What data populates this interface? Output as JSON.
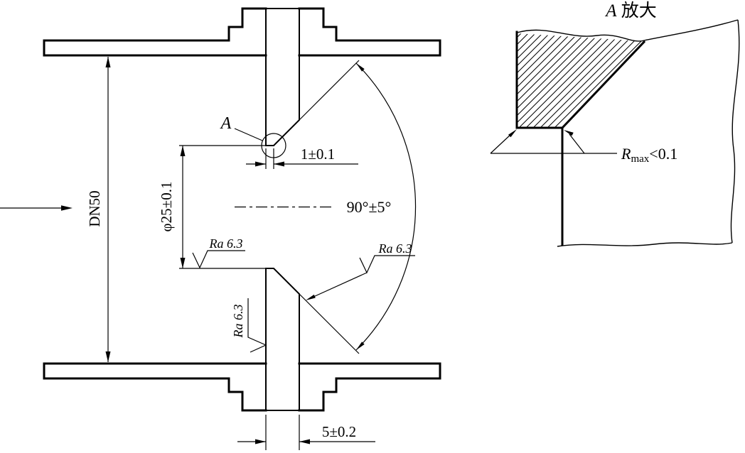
{
  "main_view": {
    "dim_pipe": "DN50",
    "dim_bore": "φ25±0.1",
    "dim_land": "1±0.1",
    "dim_angle": "90°±5°",
    "dim_thickness": "5±0.2",
    "detail_label": "A",
    "ra_bore": "Ra 6.3",
    "ra_bevel": "Ra 6.3",
    "ra_face": "Ra 6.3"
  },
  "detail_view": {
    "title_letter": "A",
    "title_suffix": " 放大",
    "rmax_symbol": "R",
    "rmax_subscript": "max",
    "rmax_value": "<0.1"
  },
  "colors": {
    "line": "#000000",
    "background": "#ffffff"
  }
}
